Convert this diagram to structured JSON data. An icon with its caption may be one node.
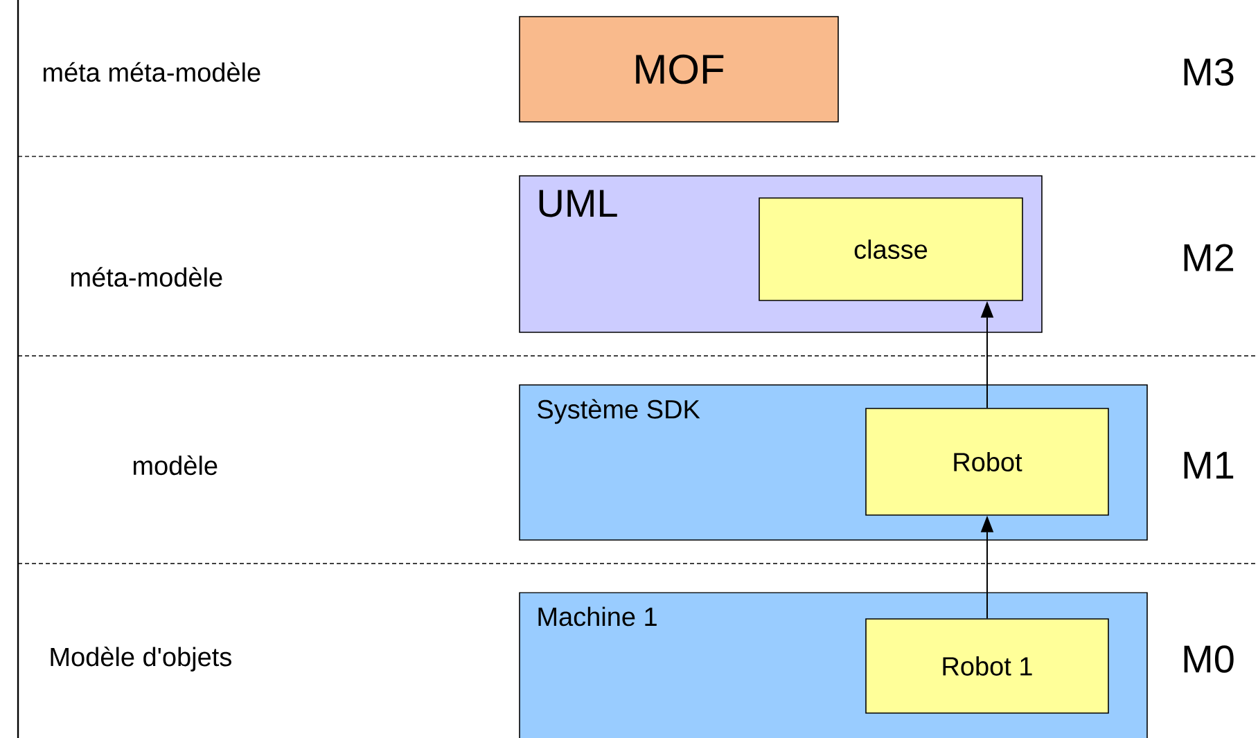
{
  "diagram": {
    "nodes": [
      {
        "text": [
          "MOF"
        ]
      },
      {
        "text": [
          "UML"
        ]
      },
      {
        "text": [
          "classe"
        ],
        "in": 1
      },
      {
        "text": [
          "Système SDK"
        ]
      },
      {
        "text": [
          "Robot"
        ],
        "in": 3
      },
      {
        "text": [
          "Machine 1"
        ]
      },
      {
        "text": [
          "Robot 1"
        ],
        "in": 5
      }
    ],
    "edges": [
      {
        "from": 4,
        "to": 2,
        "arrow": "to"
      },
      {
        "from": 6,
        "to": 4,
        "arrow": "to"
      }
    ],
    "labels": [
      "méta méta-modèle",
      "M3",
      "méta-modèle",
      "M2",
      "modèle",
      "M1",
      "Modèle d'objets",
      "M0"
    ]
  }
}
